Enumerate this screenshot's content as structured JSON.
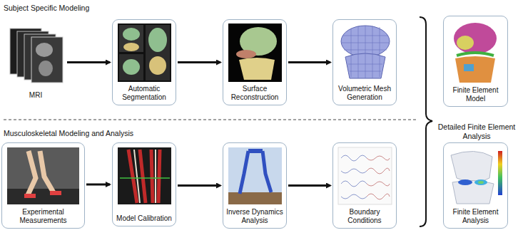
{
  "diagram": {
    "nodes": [
      {
        "text": [
          "MRI"
        ]
      },
      {
        "text": [
          "Automatic Segmentation"
        ]
      },
      {
        "text": [
          "Surface Reconstruction"
        ]
      },
      {
        "text": [
          "Volumetric Mesh Generation"
        ]
      },
      {
        "text": [
          "Finite Element Model"
        ]
      },
      {
        "text": [
          "Experimental Measurements"
        ]
      },
      {
        "text": [
          "Model Calibration"
        ]
      },
      {
        "text": [
          "Inverse Dynamics Analysis"
        ]
      },
      {
        "text": [
          "Boundary Conditions"
        ]
      },
      {
        "text": [
          "Finite Element Analysis"
        ]
      }
    ],
    "edges": [
      {
        "from": 0,
        "to": 1,
        "arrow": "to"
      },
      {
        "from": 1,
        "to": 2,
        "arrow": "to"
      },
      {
        "from": 2,
        "to": 3,
        "arrow": "to"
      },
      {
        "from": 5,
        "to": 6,
        "arrow": "to"
      },
      {
        "from": 6,
        "to": 7,
        "arrow": "to"
      },
      {
        "from": 7,
        "to": 8,
        "arrow": "to"
      }
    ],
    "labels": [
      "Subject Specific Modeling",
      "Musculoskeletal Modeling and Analysis",
      "Detailed Finite Element Analysis"
    ]
  }
}
